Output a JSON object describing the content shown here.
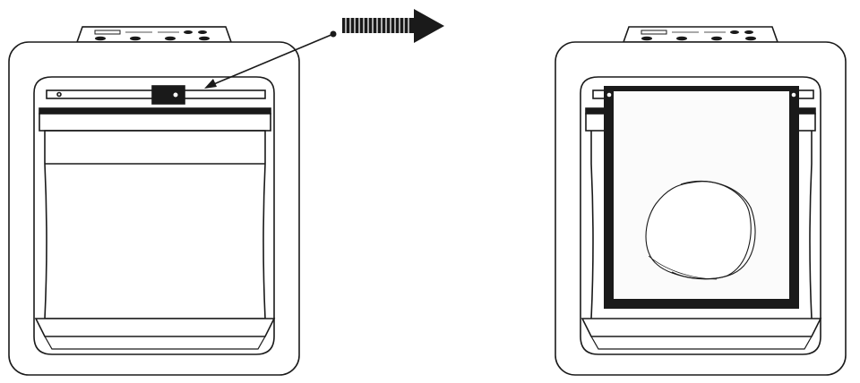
{
  "figure": {
    "panels": [
      {
        "id": "before",
        "state": "carriage-open",
        "film_loaded": false
      },
      {
        "id": "after",
        "state": "film-frame-inserted",
        "film_loaded": true
      }
    ],
    "annotation": {
      "leader_line": "points-to-slide-handle",
      "arrow": "dashed-block-arrow-right"
    },
    "colors": {
      "stroke": "#1a1a1a",
      "fill": "#ffffff",
      "inner": "#fbfbfb",
      "frame": "#1a1a1a"
    }
  }
}
